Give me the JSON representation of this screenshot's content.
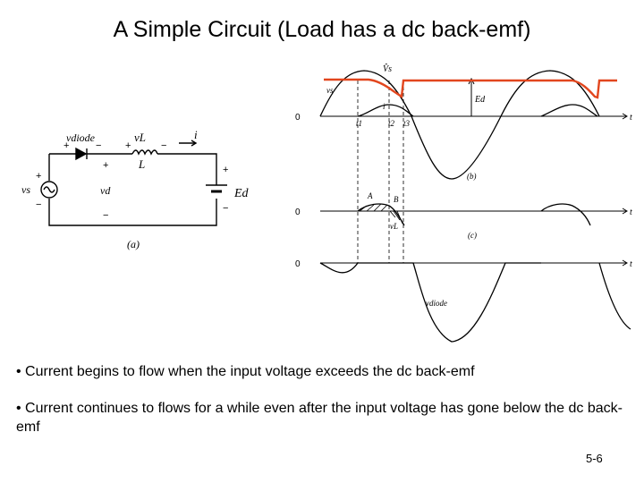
{
  "slide": {
    "title": "A Simple Circuit (Load has a dc back-emf)",
    "bullets": [
      "• Current begins to flow when the input voltage exceeds the dc back-emf",
      "• Current continues to flows for a while even after the input  voltage has gone below the dc back-emf"
    ],
    "slide_number": "5-6"
  },
  "circuit": {
    "source_label": "vs",
    "diode_voltage_label": "vdiode",
    "inductor_voltage_label": "vL",
    "inductor_label": "L",
    "current_label": "i",
    "output_voltage_label": "vd",
    "emf_label": "Ed",
    "plus": "+",
    "minus": "−",
    "caption": "(a)"
  },
  "plots": {
    "zero_label": "0",
    "axis_label": "t",
    "b": {
      "vs_label": "vs",
      "vhat_label": "V̂s",
      "i_label": "i",
      "ed_label": "Ed",
      "t1": "t1",
      "t2": "t2",
      "t3": "t3",
      "caption": "(b)"
    },
    "c": {
      "a_label": "A",
      "b_label": "B",
      "vl_label": "vL",
      "caption": "(c)"
    },
    "d": {
      "vdiode_label": "vdiode"
    }
  },
  "colors": {
    "highlight": "#e2461e",
    "ink": "#000000"
  }
}
